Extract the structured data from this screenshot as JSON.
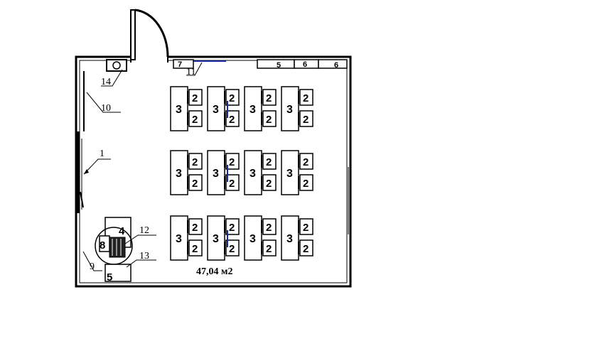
{
  "plan": {
    "area_label": "47,04 м2",
    "callouts": [
      "1",
      "9",
      "10",
      "11",
      "12",
      "13",
      "14"
    ],
    "equipment": [
      "4",
      "5",
      "5",
      "6",
      "6",
      "7",
      "8"
    ],
    "table_label": "3",
    "chair_label": "2",
    "colors": {
      "line": "#000000",
      "accent": "#1a2a9c",
      "background": "#ffffff"
    }
  }
}
